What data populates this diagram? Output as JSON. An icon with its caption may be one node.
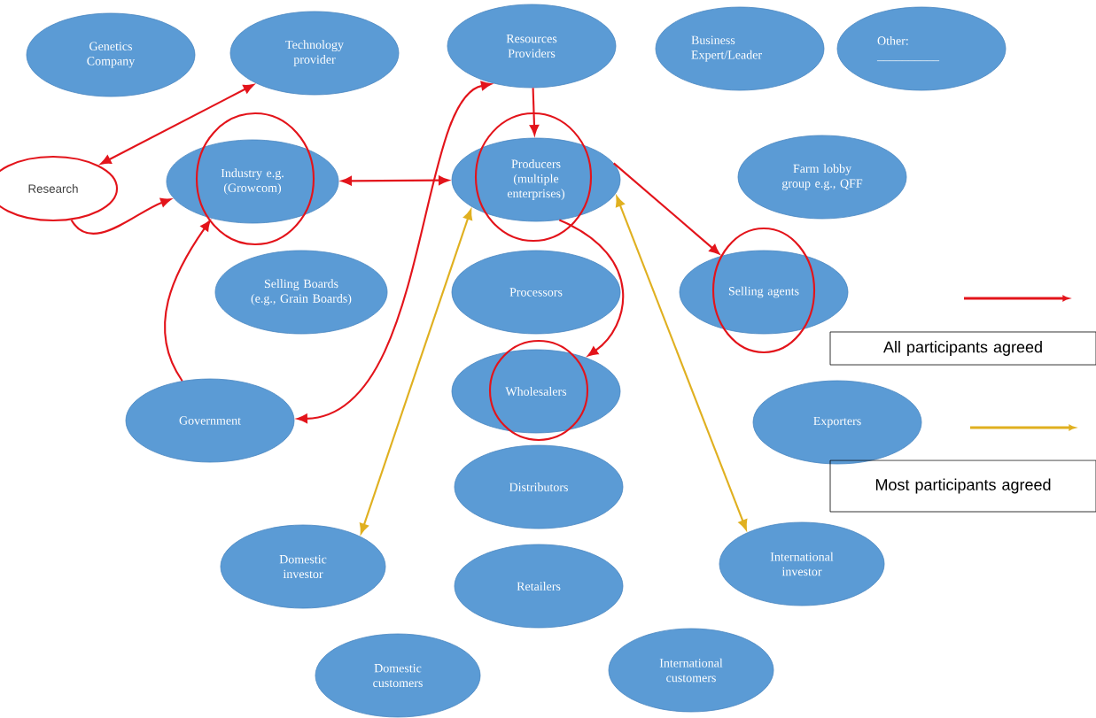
{
  "diagram": {
    "nodes": [
      {
        "text": [
          "Genetics Company"
        ]
      },
      {
        "text": [
          "Technology provider"
        ]
      },
      {
        "text": [
          "Resources Providers"
        ]
      },
      {
        "text": [
          "Business Expert/Leader"
        ]
      },
      {
        "text": [
          "Other: __________"
        ]
      },
      {
        "text": [
          "Research"
        ]
      },
      {
        "text": [
          "Industry e.g. (Growcom)"
        ]
      },
      {
        "text": [
          "Producers (multiple enterprises)"
        ]
      },
      {
        "text": [
          "Farm lobby group e.g., QFF"
        ]
      },
      {
        "text": [
          "Selling Boards (e.g., Grain Boards)"
        ]
      },
      {
        "text": [
          "Processors"
        ]
      },
      {
        "text": [
          "Selling agents"
        ]
      },
      {
        "text": [
          "Wholesalers"
        ]
      },
      {
        "text": [
          "Government"
        ]
      },
      {
        "text": [
          "Exporters"
        ]
      },
      {
        "text": [
          "Distributors"
        ]
      },
      {
        "text": [
          "Domestic investor"
        ]
      },
      {
        "text": [
          "International investor"
        ]
      },
      {
        "text": [
          "Retailers"
        ]
      },
      {
        "text": [
          "Domestic customers"
        ]
      },
      {
        "text": [
          "International customers"
        ]
      }
    ],
    "edges": [
      {
        "from": 5,
        "to": 1,
        "arrow": "both"
      },
      {
        "from": 5,
        "to": 6,
        "arrow": "to"
      },
      {
        "from": 6,
        "to": 7,
        "arrow": "both"
      },
      {
        "from": 13,
        "to": 6,
        "arrow": "to"
      },
      {
        "from": 13,
        "to": 2,
        "arrow": "both"
      },
      {
        "from": 2,
        "to": 7,
        "arrow": "to"
      },
      {
        "from": 7,
        "to": 11,
        "arrow": "to"
      },
      {
        "from": 7,
        "to": 12,
        "arrow": "to"
      },
      {
        "from": 16,
        "to": 7,
        "arrow": "both",
        "color": "#e0b020"
      },
      {
        "from": 17,
        "to": 7,
        "arrow": "both",
        "color": "#e0b020"
      }
    ],
    "legend": [
      {
        "text": "All participants agreed"
      },
      {
        "text": "Most participants agreed"
      }
    ]
  }
}
